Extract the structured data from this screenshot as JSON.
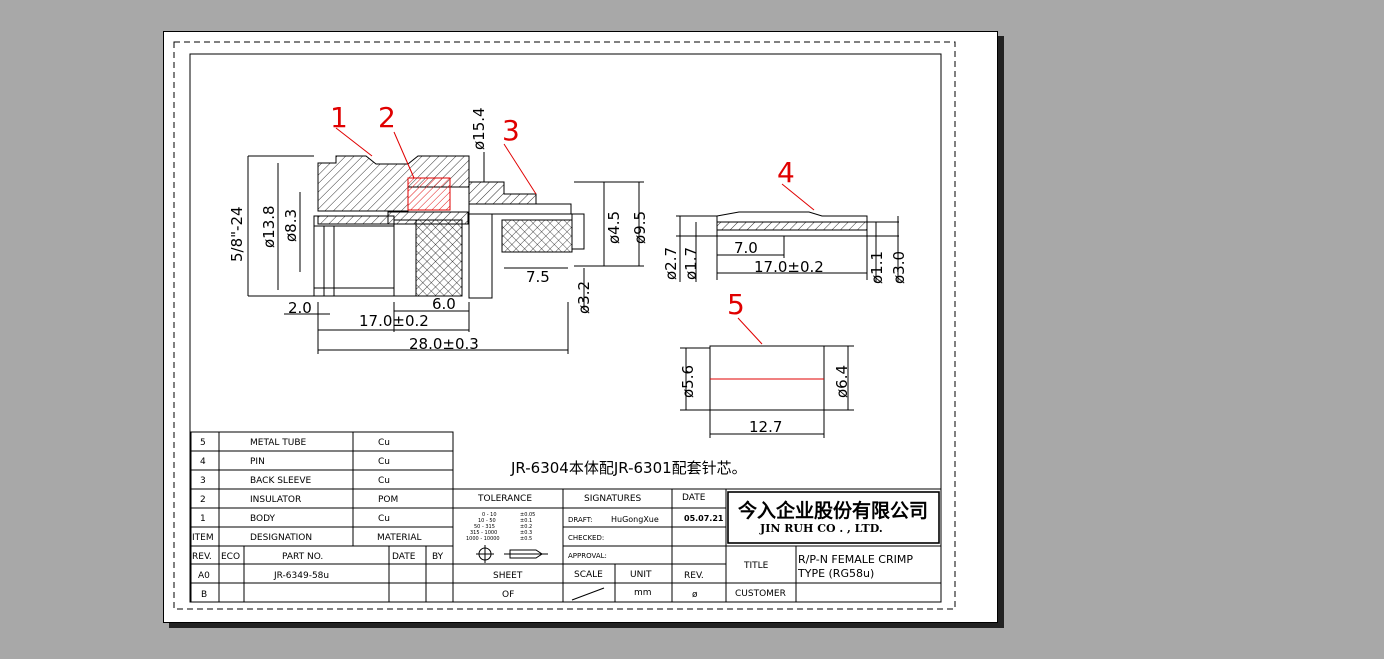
{
  "dimensions": {
    "thread": "5/8\"-24",
    "d13_8": "ø13.8",
    "d8_3": "ø8.3",
    "d15_4": "ø15.4",
    "d4_5": "ø4.5",
    "d9_5": "ø9.5",
    "d3_2": "ø3.2",
    "l7_5": "7.5",
    "l2_0": "2.0",
    "l6_0": "6.0",
    "l17": "17.0±0.2",
    "l28": "28.0±0.3",
    "p_d2_7": "ø2.7",
    "p_d1_7": "ø1.7",
    "p_l7": "7.0",
    "p_l17": "17.0±0.2",
    "p_d1_1": "ø1.1",
    "p_d3_0": "ø3.0",
    "t_d5_6": "ø5.6",
    "t_d6_4": "ø6.4",
    "t_l12_7": "12.7"
  },
  "callouts": [
    "1",
    "2",
    "3",
    "4",
    "5"
  ],
  "note": "JR-6304本体配JR-6301配套针芯。",
  "bom": [
    {
      "no": "5",
      "designation": "METAL TUBE",
      "material": "Cu"
    },
    {
      "no": "4",
      "designation": "PIN",
      "material": "Cu"
    },
    {
      "no": "3",
      "designation": "BACK SLEEVE",
      "material": "Cu"
    },
    {
      "no": "2",
      "designation": "INSULATOR",
      "material": "POM"
    },
    {
      "no": "1",
      "designation": "BODY",
      "material": "Cu"
    }
  ],
  "bom_header": {
    "item": "ITEM",
    "designation": "DESIGNATION",
    "material": "MATERIAL"
  },
  "rev_header": {
    "rev": "REV.",
    "eco": "ECO",
    "part": "PART NO.",
    "date": "DATE",
    "by": "BY"
  },
  "rev_rows": [
    {
      "rev": "A0",
      "part": "JR-6349-58u"
    },
    {
      "rev": "B",
      "part": ""
    }
  ],
  "title_block": {
    "tolerance": "TOLERANCE",
    "signatures": "SIGNATURES",
    "date": "DATE",
    "draft_label": "DRAFT:",
    "draft_name": "HuGongXue",
    "draft_date": "05.07.21",
    "checked": "CHECKED:",
    "approval": "APPROVAL:",
    "company_cn": "今入企业股份有限公司",
    "company_en": "JIN  RUH  CO . , LTD.",
    "title_label": "TITLE",
    "title_line1": "R/P-N FEMALE CRIMP",
    "title_line2": "TYPE (RG58u)",
    "sheet": "SHEET",
    "of": "OF",
    "scale": "SCALE",
    "unit": "UNIT",
    "unit_val": "mm",
    "rev": "REV.",
    "rev_val": "ø",
    "customer": "CUSTOMER",
    "tol_rows": [
      [
        "0 - 10",
        "±0.05"
      ],
      [
        "10 - 50",
        "±0.1"
      ],
      [
        "50 - 315",
        "±0.2"
      ],
      [
        "315 - 1000",
        "±0.3"
      ],
      [
        "1000 - 10000",
        "±0.5"
      ]
    ]
  }
}
